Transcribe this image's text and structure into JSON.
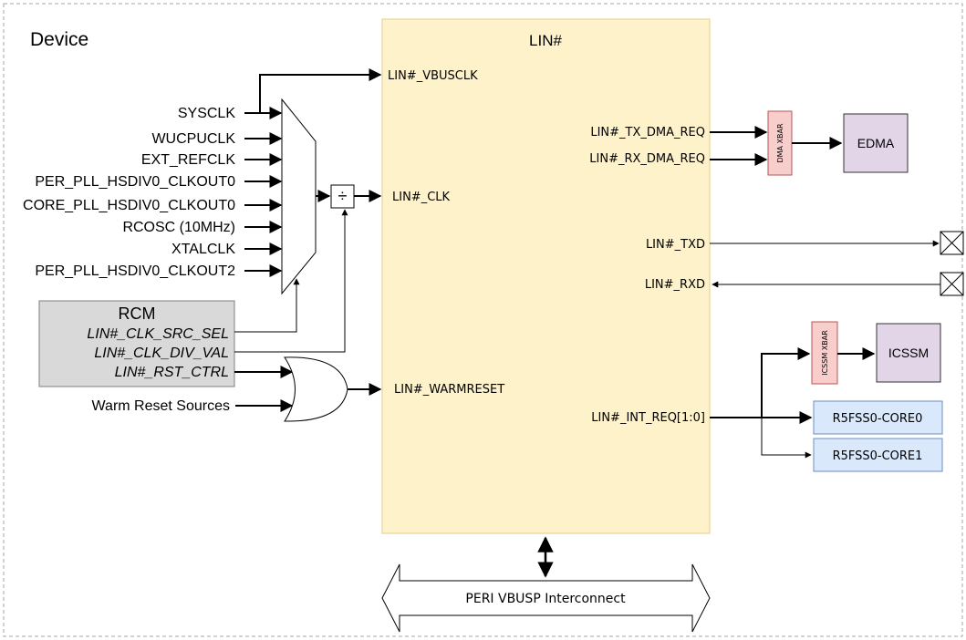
{
  "device_label": "Device",
  "lin_block": {
    "title": "LIN#"
  },
  "lin_signals": {
    "vbusclk": "LIN#_VBUSCLK",
    "clk": "LIN#_CLK",
    "warmreset": "LIN#_WARMRESET",
    "tx_dma_req": "LIN#_TX_DMA_REQ",
    "rx_dma_req": "LIN#_RX_DMA_REQ",
    "txd": "LIN#_TXD",
    "rxd": "LIN#_RXD",
    "int_req": "LIN#_INT_REQ[1:0]"
  },
  "clock_sources": [
    "SYSCLK",
    "WUCPUCLK",
    "EXT_REFCLK",
    "PER_PLL_HSDIV0_CLKOUT0",
    "CORE_PLL_HSDIV0_CLKOUT0",
    "RCOSC (10MHz)",
    "XTALCLK",
    "PER_PLL_HSDIV0_CLKOUT2"
  ],
  "divider_symbol": "÷",
  "rcm": {
    "title": "RCM",
    "clk_src_sel": "LIN#_CLK_SRC_SEL",
    "clk_div_val": "LIN#_CLK_DIV_VAL",
    "rst_ctrl": "LIN#_RST_CTRL"
  },
  "warm_reset_sources": "Warm Reset Sources",
  "dma_xbar": "DMA XBAR",
  "edma": "EDMA",
  "icssm_xbar": "ICSSM XBAR",
  "icssm": "ICSSM",
  "r5fss0_core0": "R5FSS0-CORE0",
  "r5fss0_core1": "R5FSS0-CORE1",
  "interconnect": "PERI VBUSP Interconnect",
  "colors": {
    "lin_fill": "#fef2cb",
    "lin_stroke": "#e8d39a",
    "rcm_fill": "#d9d9d9",
    "xbar_fill": "#f8cecc",
    "xbar_stroke": "#b85450",
    "edma_fill": "#e1d5e7",
    "core_fill": "#dae8fc",
    "core_stroke": "#6c8ebf"
  }
}
